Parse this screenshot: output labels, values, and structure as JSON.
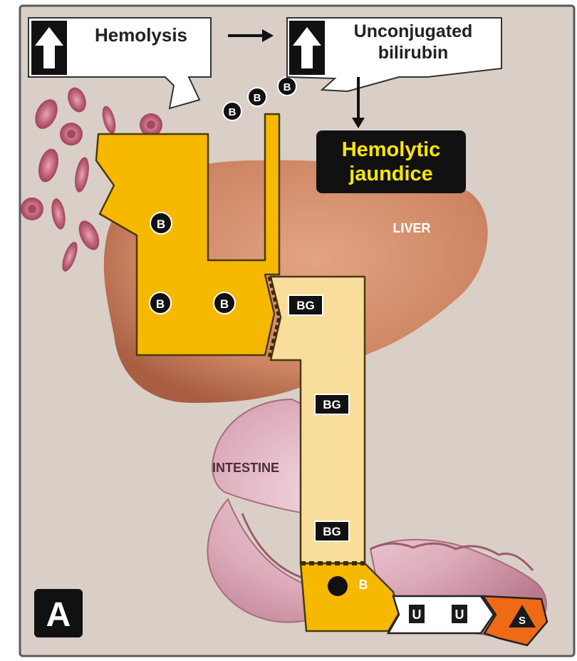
{
  "panel_letter": "A",
  "boxes": {
    "hemolysis": "Hemolysis",
    "unconjugated_line1": "Unconjugated",
    "unconjugated_line2": "bilirubin",
    "jaundice_line1": "Hemolytic",
    "jaundice_line2": "jaundice"
  },
  "organs": {
    "liver": "LIVER",
    "intestine": "INTESTINE"
  },
  "markers": {
    "bilirubin": "B",
    "bilirubin_glucuronide": "BG",
    "urobilinogen": "U",
    "stercobilin": "S"
  },
  "colors": {
    "background": "#d9cfc7",
    "pathway_dark": "#f7b800",
    "pathway_light": "#f9dd9a",
    "liver": "#c9805e",
    "intestine": "#d8a6b6",
    "jaundice_text": "#ffe600",
    "stercobilin": "#ee6a16",
    "rbc": "#b6586f"
  },
  "icons": [
    "up-arrow-icon",
    "right-arrow-icon",
    "down-arrow-icon"
  ]
}
